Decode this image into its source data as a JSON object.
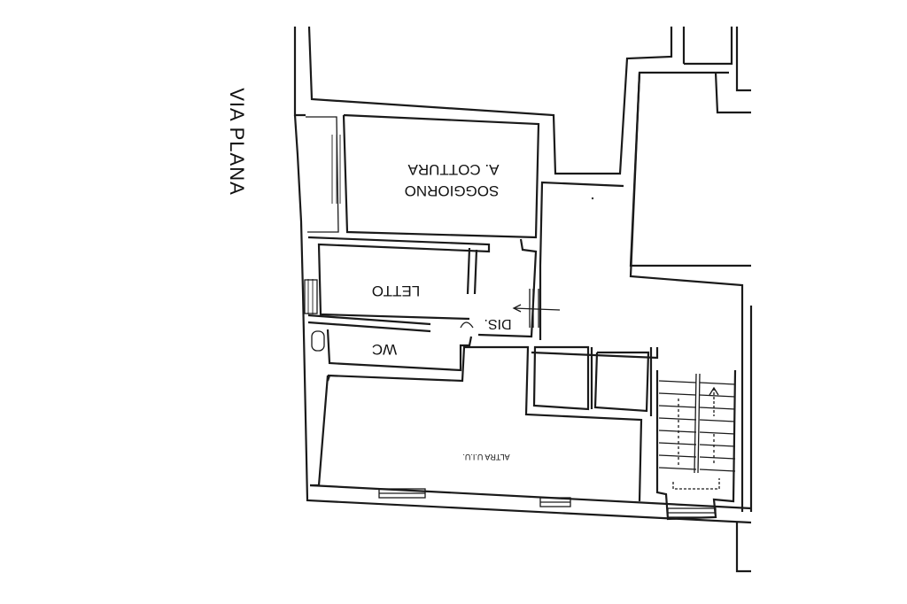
{
  "street": {
    "name": "VIA PLANA"
  },
  "rooms": {
    "soggiorno": "SOGGIORNO",
    "cottura": "A. COTTURA",
    "letto": "LETTO",
    "dis": "DIS.",
    "wc": "WC",
    "altra_ui": "ALTRA U.I.U."
  }
}
